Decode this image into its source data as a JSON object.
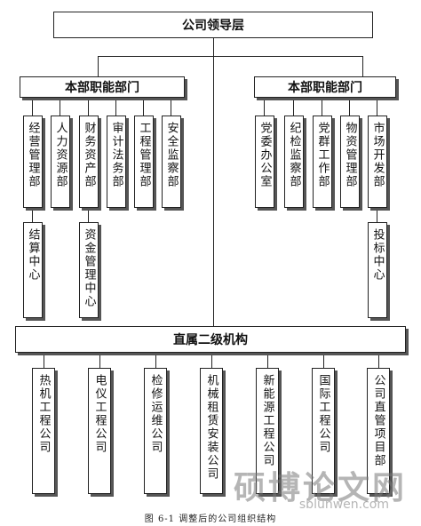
{
  "leadership": "公司领导层",
  "left_group": {
    "header": "本部职能部门",
    "depts": [
      "经营管理部",
      "人力资源部",
      "财务资产部",
      "审计法务部",
      "工程管理部",
      "安全监察部"
    ]
  },
  "right_group": {
    "header": "本部职能部门",
    "depts": [
      "党委办公室",
      "纪检监察部",
      "党群工作部",
      "物资管理部",
      "市场开发部"
    ]
  },
  "sub_units": {
    "settlement": "结算中心",
    "funds": "资金管理中心",
    "bidding": "投标中心"
  },
  "secondary": {
    "header": "直属二级机构",
    "units": [
      "热机工程公司",
      "电仪工程公司",
      "检修运维公司",
      "机械租赁安装公司",
      "新能源工程公司",
      "国际工程公司",
      "公司直管项目部"
    ]
  },
  "caption": "图 6-1  调整后的公司组织结构",
  "watermark": {
    "text": "硕博论文网",
    "url": "sblunwen.com"
  }
}
